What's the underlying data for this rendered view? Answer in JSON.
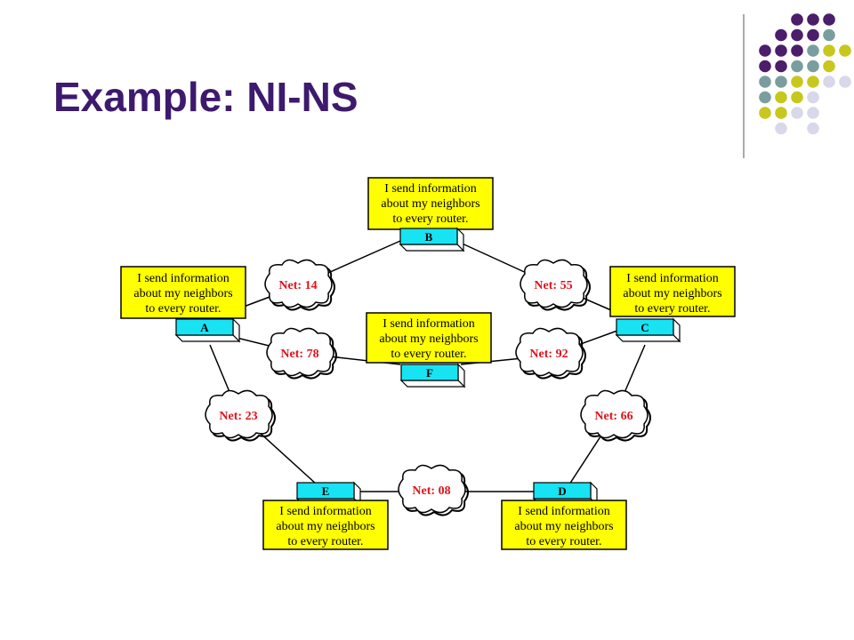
{
  "slide": {
    "title": "Example: NI-NS"
  },
  "colors": {
    "title": "#3d1a6e",
    "dot_purple": "#4b1d6b",
    "dot_teal": "#7a9e9f",
    "dot_olive": "#c8c71e",
    "dot_lavender": "#d8d8ea",
    "info_box": "#ffff00",
    "router_face": "#17e3f2",
    "net_text": "#e0121b"
  },
  "decoration": {
    "dot_pattern": "four-color circle grid with vertical divider"
  },
  "diagram": {
    "info_message_lines": [
      "I send information",
      "about my neighbors",
      "to every router."
    ],
    "routers": [
      {
        "id": "B",
        "label": "B"
      },
      {
        "id": "A",
        "label": "A"
      },
      {
        "id": "C",
        "label": "C"
      },
      {
        "id": "F",
        "label": "F"
      },
      {
        "id": "E",
        "label": "E"
      },
      {
        "id": "D",
        "label": "D"
      }
    ],
    "networks": [
      {
        "id": "net-14",
        "label": "Net: 14",
        "connects": [
          "A",
          "B"
        ]
      },
      {
        "id": "net-55",
        "label": "Net: 55",
        "connects": [
          "B",
          "C"
        ]
      },
      {
        "id": "net-78",
        "label": "Net: 78",
        "connects": [
          "A",
          "F"
        ]
      },
      {
        "id": "net-92",
        "label": "Net: 92",
        "connects": [
          "F",
          "C"
        ]
      },
      {
        "id": "net-23",
        "label": "Net: 23",
        "connects": [
          "A",
          "E"
        ]
      },
      {
        "id": "net-66",
        "label": "Net: 66",
        "connects": [
          "C",
          "D"
        ]
      },
      {
        "id": "net-08",
        "label": "Net: 08",
        "connects": [
          "E",
          "D"
        ]
      }
    ]
  }
}
